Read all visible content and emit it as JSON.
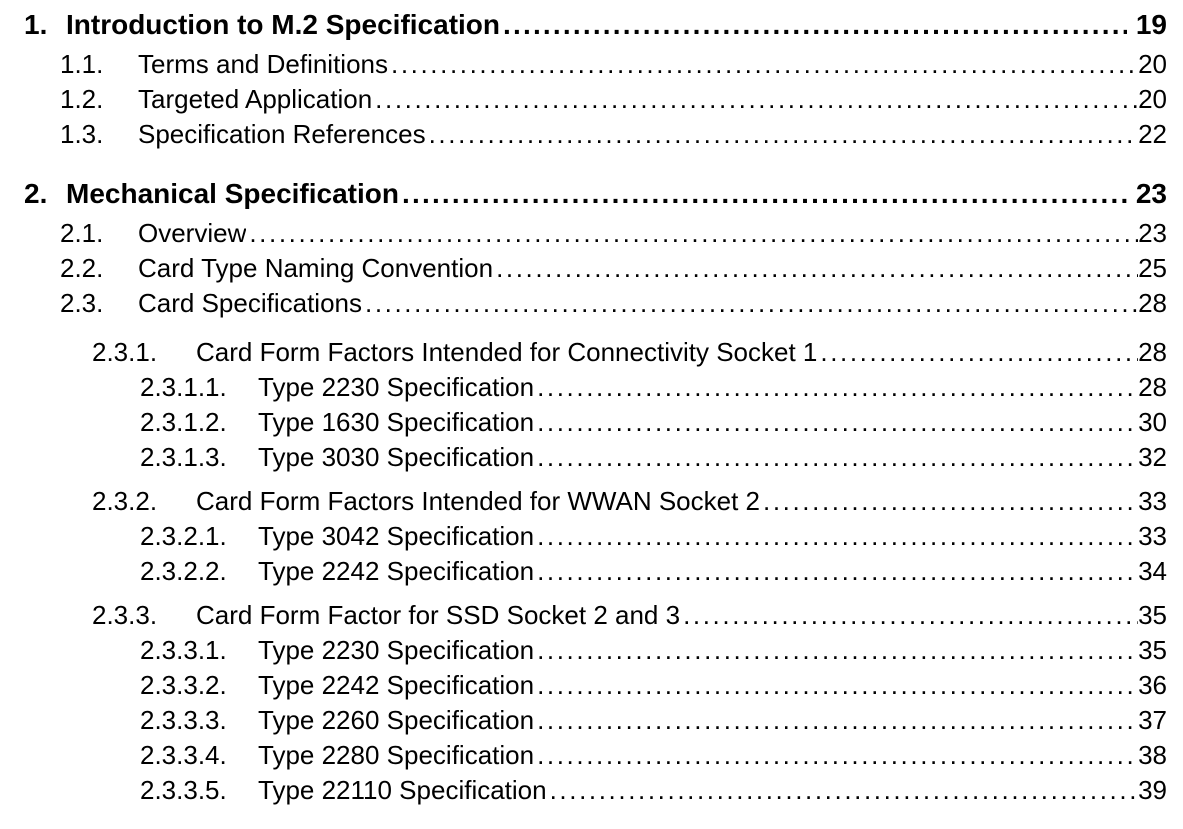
{
  "document": {
    "kind": "table-of-contents",
    "background_color": "#ffffff",
    "text_color": "#000000",
    "toc": {
      "entries": [
        {
          "number": "1.",
          "title": "Introduction to M.2 Specification",
          "page": "19"
        },
        {
          "number": "1.1.",
          "title": "Terms and Definitions",
          "page": "20"
        },
        {
          "number": "1.2.",
          "title": "Targeted Application",
          "page": "20"
        },
        {
          "number": "1.3.",
          "title": "Specification References",
          "page": "22"
        },
        {
          "number": "2.",
          "title": "Mechanical Specification",
          "page": "23"
        },
        {
          "number": "2.1.",
          "title": "Overview",
          "page": "23"
        },
        {
          "number": "2.2.",
          "title": "Card Type Naming Convention",
          "page": "25"
        },
        {
          "number": "2.3.",
          "title": "Card Specifications",
          "page": "28"
        },
        {
          "number": "2.3.1.",
          "title": "Card Form Factors Intended for Connectivity Socket 1",
          "page": "28"
        },
        {
          "number": "2.3.1.1.",
          "title": "Type 2230 Specification",
          "page": "28"
        },
        {
          "number": "2.3.1.2.",
          "title": "Type 1630 Specification",
          "page": "30"
        },
        {
          "number": "2.3.1.3.",
          "title": "Type 3030 Specification",
          "page": "32"
        },
        {
          "number": "2.3.2.",
          "title": "Card Form Factors Intended for WWAN Socket 2",
          "page": "33"
        },
        {
          "number": "2.3.2.1.",
          "title": "Type 3042 Specification",
          "page": "33"
        },
        {
          "number": "2.3.2.2.",
          "title": "Type 2242 Specification",
          "page": "34"
        },
        {
          "number": "2.3.3.",
          "title": "Card Form Factor for SSD Socket 2 and 3",
          "page": "35"
        },
        {
          "number": "2.3.3.1.",
          "title": "Type 2230 Specification",
          "page": "35"
        },
        {
          "number": "2.3.3.2.",
          "title": "Type 2242 Specification",
          "page": "36"
        },
        {
          "number": "2.3.3.3.",
          "title": "Type 2260 Specification",
          "page": "37"
        },
        {
          "number": "2.3.3.4.",
          "title": "Type 2280 Specification",
          "page": "38"
        },
        {
          "number": "2.3.3.5.",
          "title": "Type 22110 Specification",
          "page": "39"
        }
      ]
    }
  }
}
